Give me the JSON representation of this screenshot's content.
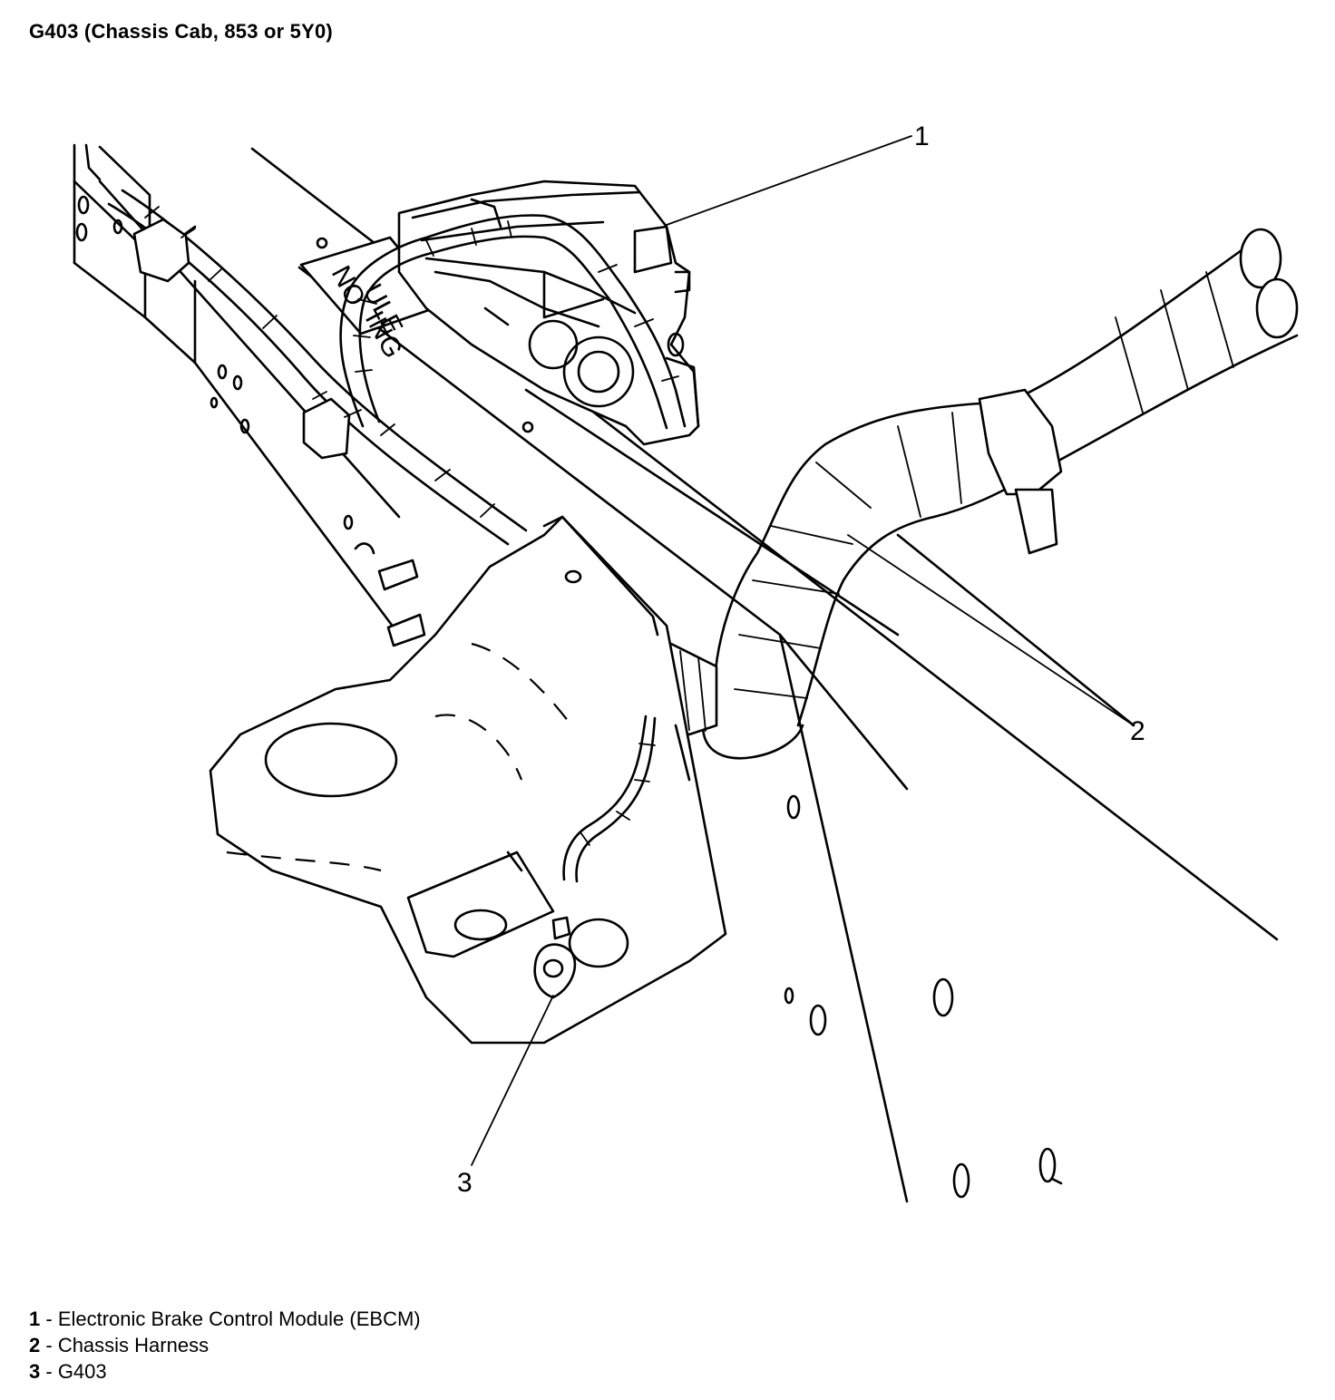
{
  "title": "G403 (Chassis Cab, 853 or 5Y0)",
  "callouts": [
    {
      "label": "1"
    },
    {
      "label": "2"
    },
    {
      "label": "3"
    }
  ],
  "frame_label": [
    "ULE",
    "NO",
    "ING"
  ],
  "legend": [
    {
      "num": "1",
      "sep": " - ",
      "text": "Electronic Brake Control Module (EBCM)"
    },
    {
      "num": "2",
      "sep": " - ",
      "text": "Chassis Harness"
    },
    {
      "num": "3",
      "sep": " - ",
      "text": "G403"
    }
  ]
}
